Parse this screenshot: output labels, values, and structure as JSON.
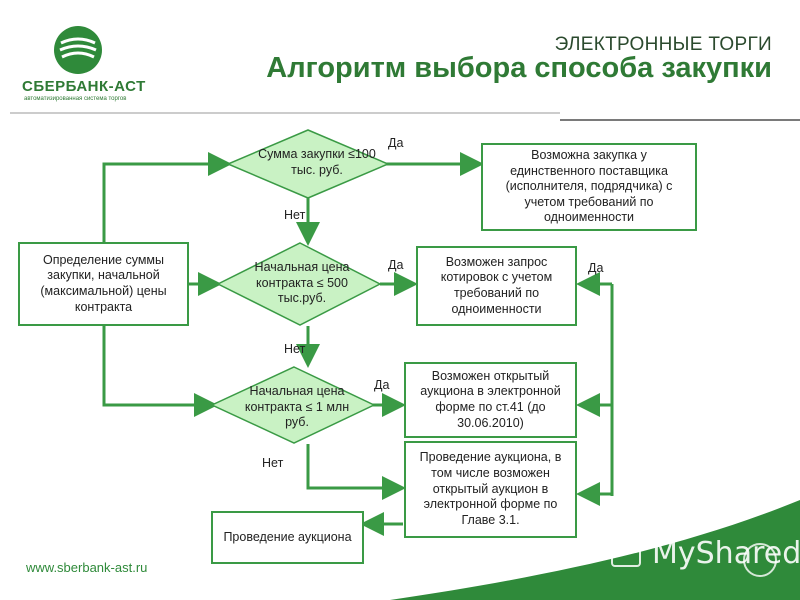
{
  "header": {
    "subtitle": "ЭЛЕКТРОННЫЕ ТОРГИ",
    "title": "Алгоритм выбора способа закупки"
  },
  "logo": {
    "name": "СБЕРБАНК-АСТ",
    "tagline": "автоматизированная система торгов"
  },
  "flow": {
    "start": "Определение суммы закупки, начальной (максимальной) цены контракта",
    "decisions": [
      "Сумма закупки ≤100 тыс. руб.",
      "Начальная цена контракта ≤ 500 тыс.руб.",
      "Начальная цена контракта  ≤ 1 млн руб."
    ],
    "outcomes": [
      "Возможна  закупка у единственного поставщика (исполнителя, подрядчика) с учетом требований по одноименности",
      "Возможен запрос котировок с учетом требований по одноименности",
      "Возможен открытый аукциона в электронной форме по ст.41 (до 30.06.2010)",
      "Проведение аукциона, в том числе возможен открытый аукцион в электронной форме по Главе 3.1.",
      "Проведение аукциона"
    ],
    "yes": "Да",
    "no": "Нет"
  },
  "footer": {
    "url": "www.sberbank-ast.ru",
    "watermark": "MyShared"
  },
  "colors": {
    "accent": "#3a9a45",
    "title": "#2f7a35",
    "diamond_fill": "#c9f2c4"
  }
}
